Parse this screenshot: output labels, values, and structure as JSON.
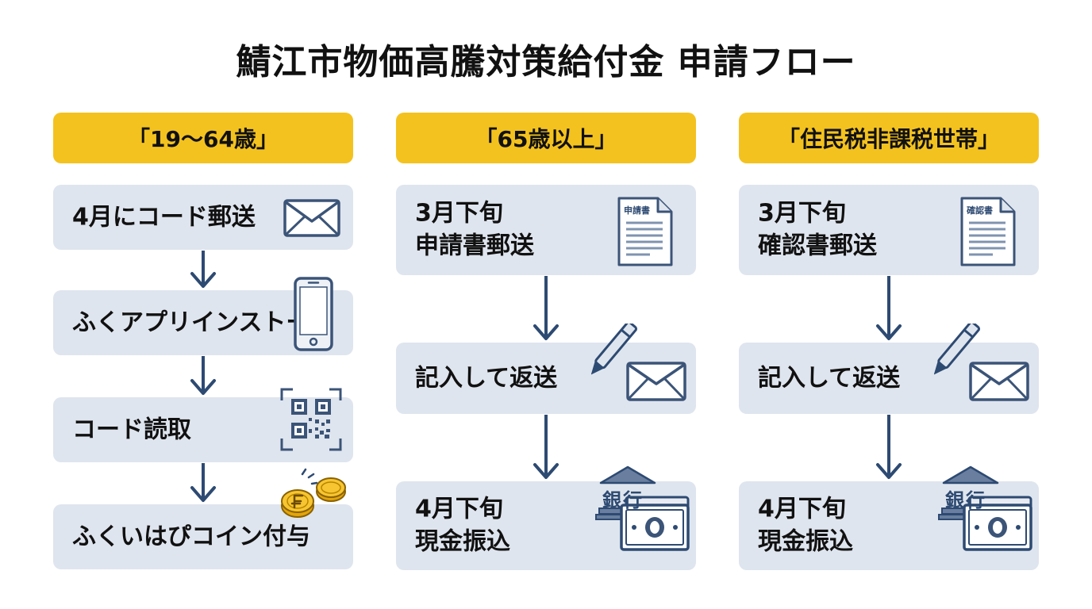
{
  "title": "鯖江市物価高騰対策給付金 申請フロー",
  "colors": {
    "header": "#f4c21f",
    "box": "#dfe5ee",
    "arrow": "#2d4a72",
    "icon": "#3b5478"
  },
  "columns": [
    {
      "header": "「19〜64歳」",
      "steps": [
        {
          "lines": [
            "4月にコード郵送"
          ],
          "icon": "envelope-icon"
        },
        {
          "lines": [
            "ふくアプリインストール"
          ],
          "icon": "smartphone-icon"
        },
        {
          "lines": [
            "コード読取"
          ],
          "icon": "qr-code-icon"
        },
        {
          "lines": [
            "ふくいはぴコイン付与"
          ],
          "icon": "coin-icon"
        }
      ]
    },
    {
      "header": "「65歳以上」",
      "steps": [
        {
          "lines": [
            "3月下旬",
            "申請書郵送"
          ],
          "icon": "document-icon",
          "doc_label": "申請書"
        },
        {
          "lines": [
            "記入して返送"
          ],
          "icon": "pen-envelope-icon"
        },
        {
          "lines": [
            "4月下旬",
            "現金振込"
          ],
          "icon": "bank-cash-icon",
          "bank_label": "銀行"
        }
      ]
    },
    {
      "header": "「住民税非課税世帯」",
      "steps": [
        {
          "lines": [
            "3月下旬",
            "確認書郵送"
          ],
          "icon": "document-icon",
          "doc_label": "確認書"
        },
        {
          "lines": [
            "記入して返送"
          ],
          "icon": "pen-envelope-icon"
        },
        {
          "lines": [
            "4月下旬",
            "現金振込"
          ],
          "icon": "bank-cash-icon",
          "bank_label": "銀行"
        }
      ]
    }
  ]
}
